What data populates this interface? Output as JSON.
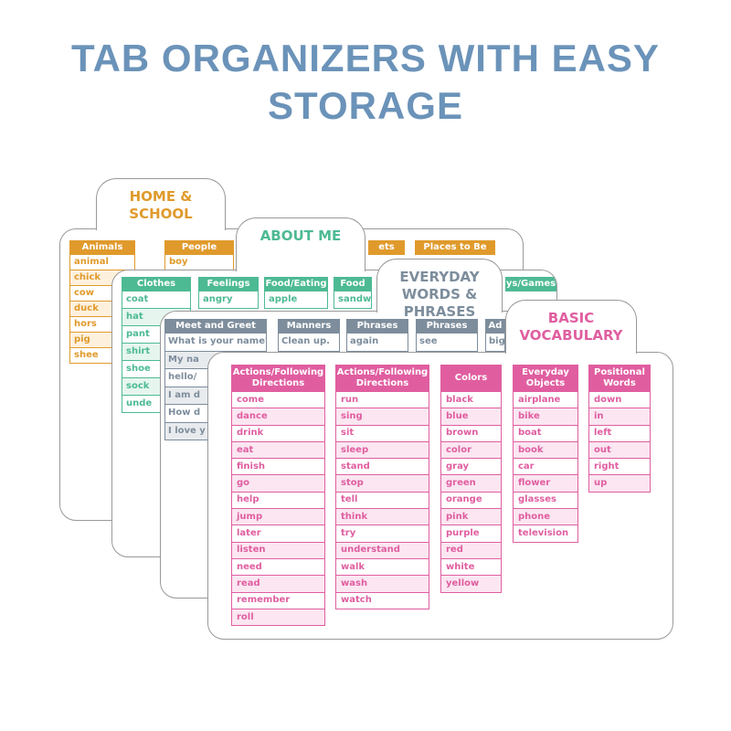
{
  "title": "TAB ORGANIZERS WITH EASY STORAGE",
  "cards": [
    {
      "tab": "HOME & SCHOOL",
      "color": "#e09a2c",
      "light": "#fdf1de",
      "columns": [
        {
          "header": "Animals",
          "items": [
            "animal",
            "chick",
            "cow",
            "duck",
            "hors",
            "pig",
            "shee"
          ]
        },
        {
          "header": "People",
          "items": [
            "boy"
          ]
        },
        {
          "header": "ets",
          "items": []
        },
        {
          "header": "Places to Be",
          "items": []
        }
      ]
    },
    {
      "tab": "ABOUT ME",
      "color": "#4dba93",
      "light": "#e6f6ef",
      "columns": [
        {
          "header": "Clothes",
          "items": [
            "coat",
            "hat",
            "pant",
            "shirt",
            "shoe",
            "sock",
            "unde"
          ]
        },
        {
          "header": "Feelings",
          "items": [
            "angry"
          ]
        },
        {
          "header": "Food/Eating",
          "items": [
            "apple"
          ]
        },
        {
          "header": "Food",
          "items": [
            "sandw"
          ]
        },
        {
          "header": "ys/Games",
          "items": []
        }
      ]
    },
    {
      "tab": "EVERYDAY WORDS & PHRASES",
      "color": "#7d8d9c",
      "light": "#e8ebee",
      "columns": [
        {
          "header": "Meet and Greet",
          "items": [
            "What is your name?",
            "My na",
            "hello/",
            "I am d",
            "How d",
            "I love y"
          ]
        },
        {
          "header": "Manners",
          "items": [
            "Clean up."
          ]
        },
        {
          "header": "Phrases",
          "items": [
            "again"
          ]
        },
        {
          "header": "Phrases",
          "items": [
            "see"
          ]
        },
        {
          "header": "Ad",
          "items": [
            "big"
          ]
        }
      ]
    },
    {
      "tab": "BASIC VOCABULARY",
      "color": "#e05ea0",
      "light": "#fbe6f1",
      "columns": [
        {
          "header": "Actions/Following Directions",
          "items": [
            "come",
            "dance",
            "drink",
            "eat",
            "finish",
            "go",
            "help",
            "jump",
            "later",
            "listen",
            "need",
            "read",
            "remember",
            "roll"
          ]
        },
        {
          "header": "Actions/Following Directions",
          "items": [
            "run",
            "sing",
            "sit",
            "sleep",
            "stand",
            "stop",
            "tell",
            "think",
            "try",
            "understand",
            "walk",
            "wash",
            "watch"
          ]
        },
        {
          "header": "Colors",
          "items": [
            "black",
            "blue",
            "brown",
            "color",
            "gray",
            "green",
            "orange",
            "pink",
            "purple",
            "red",
            "white",
            "yellow"
          ]
        },
        {
          "header": "Everyday Objects",
          "items": [
            "airplane",
            "bike",
            "boat",
            "book",
            "car",
            "flower",
            "glasses",
            "phone",
            "television"
          ]
        },
        {
          "header": "Positional Words",
          "items": [
            "down",
            "in",
            "left",
            "out",
            "right",
            "up"
          ]
        }
      ]
    }
  ]
}
